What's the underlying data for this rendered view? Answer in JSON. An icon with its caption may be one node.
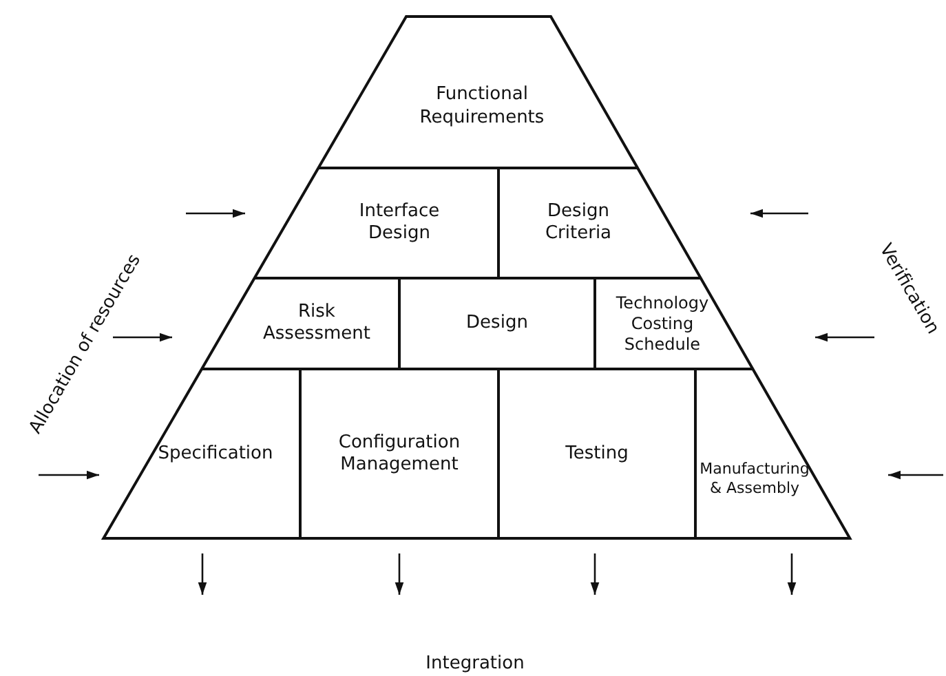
{
  "diagram": {
    "nodes": [
      {
        "text": [
          "Functional Requirements"
        ]
      },
      {
        "text": [
          "Interface Design"
        ]
      },
      {
        "text": [
          "Design Criteria"
        ]
      },
      {
        "text": [
          "Risk Assessment"
        ]
      },
      {
        "text": [
          "Design"
        ]
      },
      {
        "text": [
          "Technology Costing Schedule"
        ]
      },
      {
        "text": [
          "Specification"
        ]
      },
      {
        "text": [
          "Configuration Management"
        ]
      },
      {
        "text": [
          "Testing"
        ]
      },
      {
        "text": [
          "Manufacturing & Assembly"
        ]
      }
    ],
    "edges": [],
    "labels": [
      "Allocation of resources",
      "Verification",
      "Integration"
    ]
  }
}
